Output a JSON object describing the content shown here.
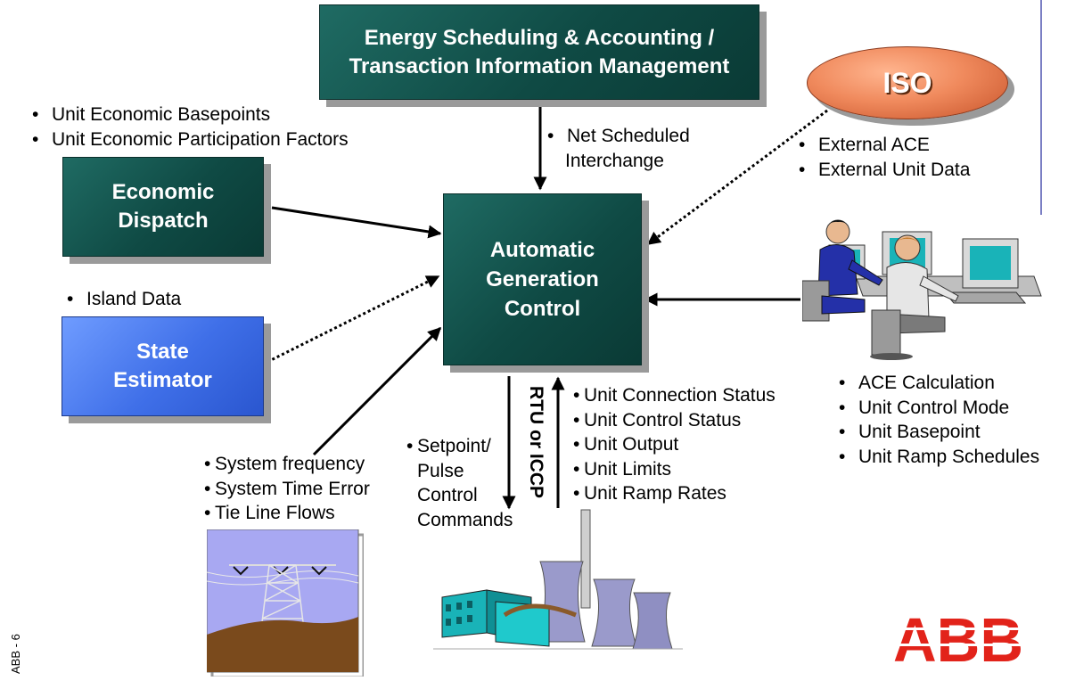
{
  "boxes": {
    "energy_scheduling": "Energy Scheduling & Accounting / Transaction Information Management",
    "economic_dispatch": "Economic Dispatch",
    "state_estimator": "State Estimator",
    "agc": "Automatic Generation Control",
    "iso": "ISO"
  },
  "labels": {
    "economic_dispatch_inputs": [
      "Unit Economic Basepoints",
      "Unit Economic Participation Factors"
    ],
    "net_scheduled": [
      "Net Scheduled",
      "Interchange"
    ],
    "iso_inputs": [
      "External ACE",
      "External Unit Data"
    ],
    "island_data": "Island Data",
    "operator_outputs": [
      "ACE Calculation",
      "Unit Control Mode",
      "Unit Basepoint",
      "Unit Ramp Schedules"
    ],
    "unit_status": [
      "Unit Connection Status",
      "Unit Control Status",
      "Unit Output",
      "Unit Limits",
      "Unit Ramp Rates"
    ],
    "setpoint": [
      "Setpoint/",
      "Pulse",
      "Control",
      "Commands"
    ],
    "system_measurements": [
      "System frequency",
      "System Time Error",
      "Tie Line Flows"
    ],
    "rtu": "RTU or ICCP"
  },
  "footer": {
    "page_label": "ABB - 6",
    "logo_text": "ABB"
  },
  "icons": [
    "transmission-tower-icon",
    "power-plant-icon",
    "operators-at-workstations-icon",
    "abb-logo"
  ],
  "colors": {
    "teal_box": "#0f4a44",
    "blue_box": "#3f6fe8",
    "iso_ellipse": "#f08a5d",
    "abb_red": "#e2231a",
    "divider": "#7b7fc4"
  }
}
